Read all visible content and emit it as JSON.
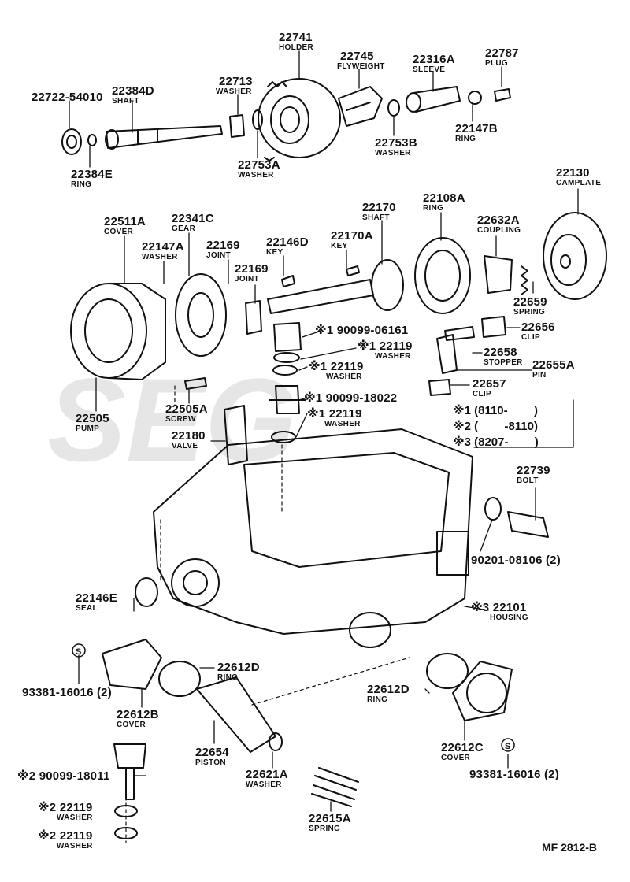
{
  "labels": {
    "p22741": "22741",
    "n22741": "HOLDER",
    "p22745": "22745",
    "n22745": "FLYWEIGHT",
    "p22316A": "22316A",
    "n22316A": "SLEEVE",
    "p22787": "22787",
    "n22787": "PLUG",
    "p22722": "22722-54010",
    "p22384D": "22384D",
    "n22384D": "SHAFT",
    "p22713": "22713",
    "n22713": "WASHER",
    "p22384E": "22384E",
    "n22384E": "RING",
    "p22753A": "22753A",
    "n22753A": "WASHER",
    "p22753B": "22753B",
    "n22753B": "WASHER",
    "p22147B": "22147B",
    "n22147B": "RING",
    "p22130": "22130",
    "n22130": "CAMPLATE",
    "p22170": "22170",
    "n22170": "SHAFT",
    "p22108A": "22108A",
    "n22108A": "RING",
    "p22511A": "22511A",
    "n22511A": "COVER",
    "p22341C": "22341C",
    "n22341C": "GEAR",
    "p22147A": "22147A",
    "n22147A": "WASHER",
    "p22169a": "22169",
    "n22169a": "JOINT",
    "p22169b": "22169",
    "n22169b": "JOINT",
    "p22146D": "22146D",
    "n22146D": "KEY",
    "p22170A": "22170A",
    "n22170A": "KEY",
    "p22632A": "22632A",
    "n22632A": "COUPLING",
    "p22659": "22659",
    "n22659": "SPRING",
    "p22656": "22656",
    "n22656": "CLIP",
    "p22658": "22658",
    "n22658": "STOPPER",
    "p22655A": "22655A",
    "n22655A": "PIN",
    "p22657": "22657",
    "n22657": "CLIP",
    "p90099_06161": "※1 90099-06161",
    "p22119a": "※1 22119",
    "n22119a": "WASHER",
    "p22119b": "※1 22119",
    "n22119b": "WASHER",
    "p90099_18022": "※1 90099-18022",
    "p22119c": "※1 22119",
    "n22119c": "WASHER",
    "p22505": "22505",
    "n22505": "PUMP",
    "p22505A": "22505A",
    "n22505A": "SCREW",
    "p22180": "22180",
    "n22180": "VALVE",
    "p22739": "22739",
    "n22739": "BOLT",
    "p90201": "90201-08106 (2)",
    "p22146E": "22146E",
    "n22146E": "SEAL",
    "p22101": "※3 22101",
    "n22101": "HOUSING",
    "p93381a": "93381-16016 (2)",
    "p22612B": "22612B",
    "n22612B": "COVER",
    "p22612Da": "22612D",
    "n22612Da": "RING",
    "p22612Db": "22612D",
    "n22612Db": "RING",
    "p22654": "22654",
    "n22654": "PISTON",
    "p22621A": "22621A",
    "n22621A": "WASHER",
    "p22612C": "22612C",
    "n22612C": "COVER",
    "p93381b": "93381-16016 (2)",
    "p90099_18011": "※2 90099-18011",
    "p22119d": "※2 22119",
    "n22119d": "WASHER",
    "p22119e": "※2 22119",
    "n22119e": "WASHER",
    "p22615A": "22615A",
    "n22615A": "SPRING",
    "s_a": "S",
    "s_b": "S"
  },
  "legend": [
    {
      "mark": "※1",
      "range": "(8110-        )"
    },
    {
      "mark": "※2",
      "range": "(        -8110)"
    },
    {
      "mark": "※3",
      "range": "(8207-        )"
    }
  ],
  "diagram_id": "MF 2812-B",
  "watermark": "SEG"
}
